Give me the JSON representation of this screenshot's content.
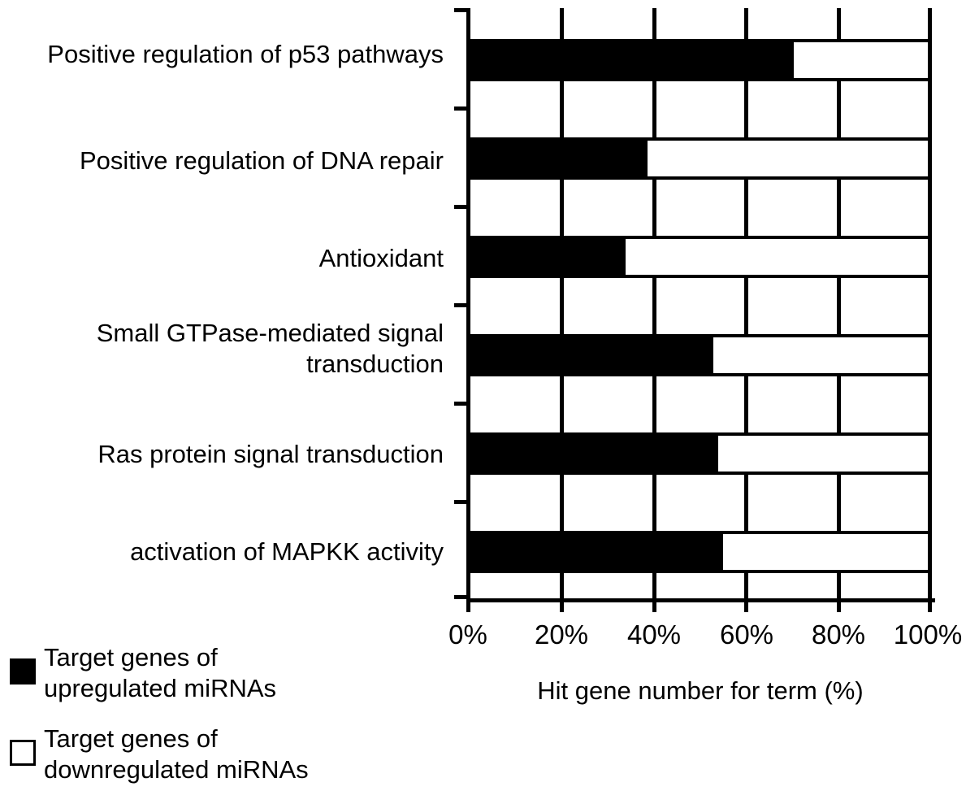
{
  "chart_data": {
    "type": "bar",
    "orientation": "horizontal",
    "stacked": true,
    "normalized": true,
    "title": "",
    "xlabel": "Hit gene number for term (%)",
    "ylabel": "",
    "xlim": [
      0,
      100
    ],
    "xticks": [
      0,
      20,
      40,
      60,
      80,
      100
    ],
    "xtick_labels": [
      "0%",
      "20%",
      "40%",
      "60%",
      "80%",
      "100%"
    ],
    "grid": true,
    "grid_axis": "x",
    "legend_position": "bottom-left",
    "categories": [
      "Positive regulation of p53\npathways",
      "Positive regulation of DNA repair",
      "Antioxidant",
      "Small GTPase-mediated signal\ntransduction",
      "Ras protein signal transduction",
      "activation of MAPKK activity"
    ],
    "series": [
      {
        "name": "Target genes of\nupregulated miRNAs",
        "color": "#000000",
        "values": [
          70.2,
          38.6,
          33.8,
          52.8,
          53.9,
          54.9
        ]
      },
      {
        "name": "Target genes of\ndownregulated miRNAs",
        "color": "#ffffff",
        "values": [
          29.8,
          61.4,
          66.2,
          47.2,
          46.1,
          45.1
        ]
      }
    ]
  },
  "legend": {
    "items": [
      {
        "swatch": "filled-square-icon",
        "label": "Target genes of\nupregulated miRNAs"
      },
      {
        "swatch": "hollow-square-icon",
        "label": "Target genes of\ndownregulated miRNAs"
      }
    ]
  },
  "axis": {
    "x_title": "Hit gene number for term (%)"
  }
}
